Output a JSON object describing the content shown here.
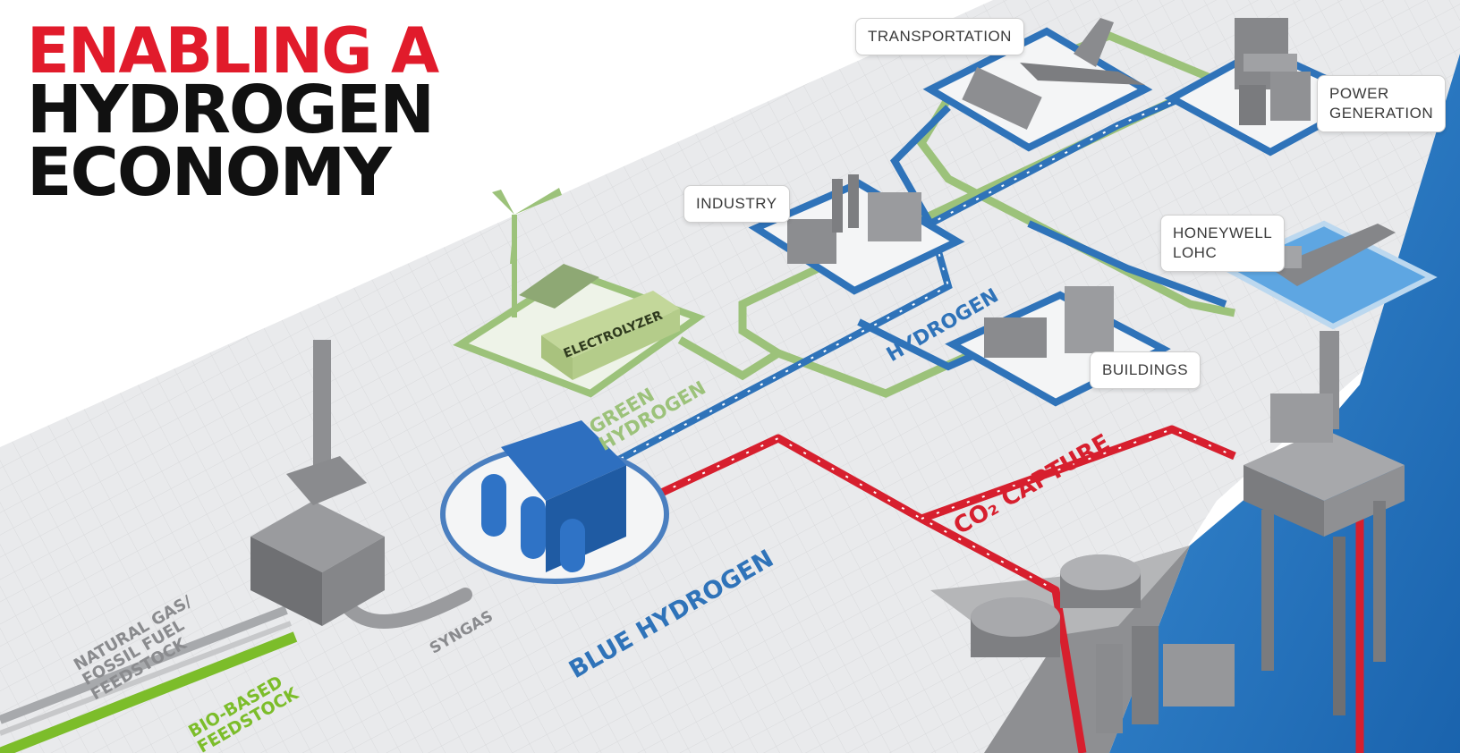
{
  "title": {
    "line1": "ENABLING A",
    "line2": "HYDROGEN",
    "line3": "ECONOMY"
  },
  "callouts": {
    "transportation": "TRANSPORTATION",
    "power_generation": [
      "POWER",
      "GENERATION"
    ],
    "industry": "INDUSTRY",
    "honeywell_lohc": [
      "HONEYWELL",
      "LOHC"
    ],
    "buildings": "BUILDINGS"
  },
  "flow_labels": {
    "hydrogen": "HYDROGEN",
    "green_hydrogen": [
      "GREEN",
      "HYDROGEN"
    ],
    "electrolyzer": "ELECTROLYZER",
    "co2_capture": "CO₂ CAPTURE",
    "blue_hydrogen": "BLUE HYDROGEN",
    "syngas": "SYNGAS",
    "natural_gas": [
      "NATURAL GAS/",
      "FOSSIL FUEL",
      "FEEDSTOCK"
    ],
    "bio_feedstock": [
      "BIO-BASED",
      "FEEDSTOCK"
    ]
  },
  "colors": {
    "title_red": "#e11b2b",
    "title_black": "#111111",
    "hydrogen_blue": "#2f73b9",
    "green_hydrogen": "#9cc27a",
    "co2_red": "#d71f2e",
    "bio_green": "#7cbd2a",
    "feedstock_gray": "#8c8c8c",
    "ocean_blue": "#1f6db4"
  }
}
